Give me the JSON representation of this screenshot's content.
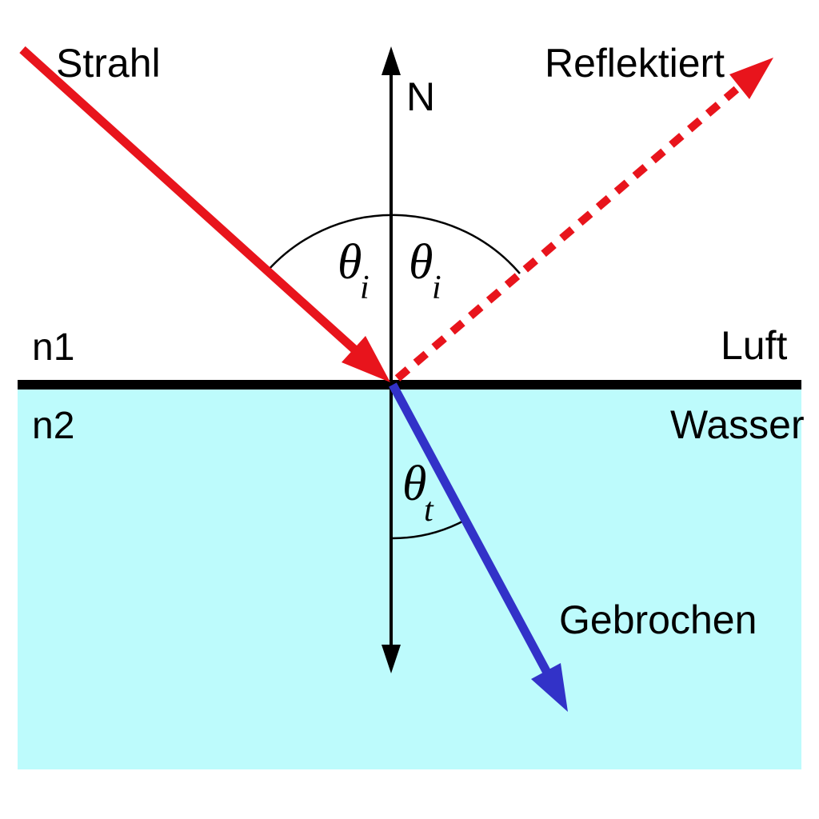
{
  "diagram": {
    "labels": {
      "incident_ray": "Strahl",
      "normal": "N",
      "reflected_ray": "Reflektiert",
      "refractive_index_top": "n1",
      "medium_top": "Luft",
      "refractive_index_bottom": "n2",
      "medium_bottom": "Wasser",
      "refracted_ray": "Gebrochen"
    },
    "angle_labels": {
      "incidence_symbol": "θ",
      "incidence_sub": "i",
      "reflection_symbol": "θ",
      "reflection_sub": "i",
      "refraction_symbol": "θ",
      "refraction_sub": "t"
    },
    "colors": {
      "incident_ray": "#e8141c",
      "reflected_ray": "#e8141c",
      "refracted_ray": "#3232c8",
      "water": "#bdfbfc",
      "interface": "#000000",
      "normal": "#000000",
      "angle_arc": "#000000",
      "text": "#000000",
      "background": "#ffffff"
    }
  }
}
